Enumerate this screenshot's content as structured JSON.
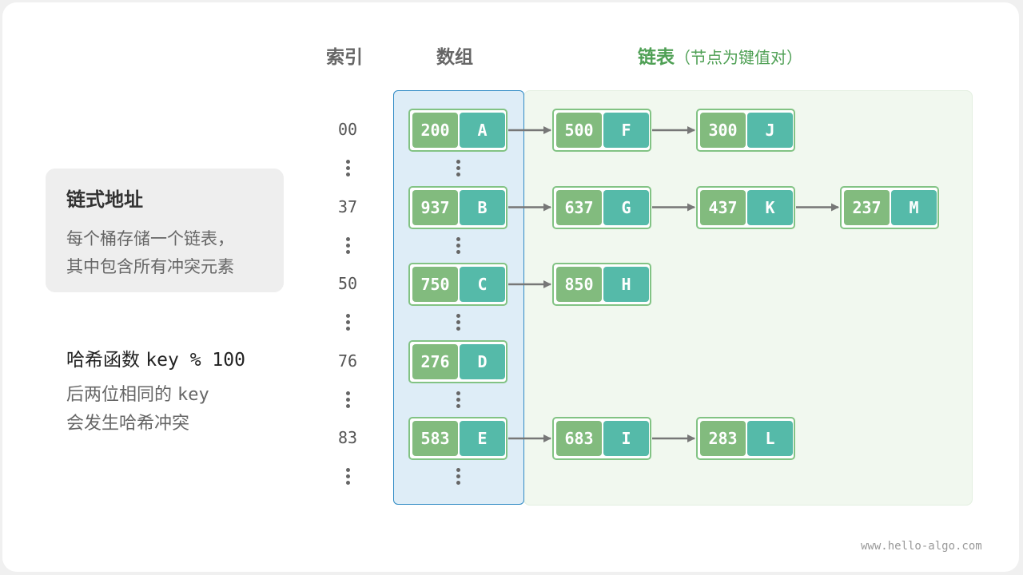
{
  "info": {
    "title": "链式地址",
    "line1": "每个桶存储一个链表，",
    "line2": "其中包含所有冲突元素"
  },
  "hash": {
    "title_prefix": "哈希函数 ",
    "title_code": "key % 100",
    "line1_prefix": "后两位相同的 ",
    "line1_code": "key",
    "line2": "会发生哈希冲突"
  },
  "headers": {
    "index": "索引",
    "array": "数组",
    "list": "链表",
    "list_note": "（节点为键值对）"
  },
  "rows": [
    {
      "index": "00",
      "head": {
        "key": "200",
        "value": "A"
      },
      "chain": [
        {
          "key": "500",
          "value": "F"
        },
        {
          "key": "300",
          "value": "J"
        }
      ]
    },
    {
      "index": "37",
      "head": {
        "key": "937",
        "value": "B"
      },
      "chain": [
        {
          "key": "637",
          "value": "G"
        },
        {
          "key": "437",
          "value": "K"
        },
        {
          "key": "237",
          "value": "M"
        }
      ]
    },
    {
      "index": "50",
      "head": {
        "key": "750",
        "value": "C"
      },
      "chain": [
        {
          "key": "850",
          "value": "H"
        }
      ]
    },
    {
      "index": "76",
      "head": {
        "key": "276",
        "value": "D"
      },
      "chain": []
    },
    {
      "index": "83",
      "head": {
        "key": "583",
        "value": "E"
      },
      "chain": [
        {
          "key": "683",
          "value": "I"
        },
        {
          "key": "283",
          "value": "L"
        }
      ]
    }
  ],
  "colors": {
    "key_fill": "#82bb7e",
    "value_fill": "#55baa9",
    "array_bg": "#deedf7",
    "array_border": "#2f8ac4",
    "list_bg": "#f1f8ef",
    "list_title": "#4fa055"
  },
  "watermark": "www.hello-algo.com"
}
